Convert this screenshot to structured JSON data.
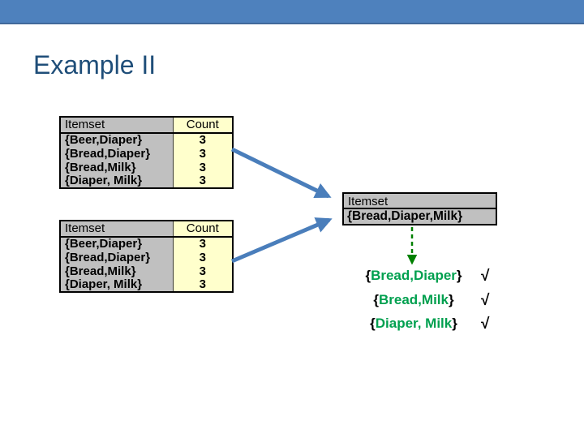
{
  "slide": {
    "title": "Example II"
  },
  "colors": {
    "banner_blue": "#4E81BD",
    "title_blue": "#1F4E79",
    "arrow_blue": "#4A7EBB",
    "table_gray": "#C0C0C0",
    "count_yellow": "#FFFFCC",
    "subset_green": "#00A04F",
    "dashed_arrow_green": "#008000"
  },
  "frequent_itemset_tables": [
    {
      "headers": {
        "itemset": "Itemset",
        "count": "Count"
      },
      "rows": [
        {
          "itemset": "{Beer,Diaper}",
          "count": "3"
        },
        {
          "itemset": "{Bread,Diaper}",
          "count": "3"
        },
        {
          "itemset": "{Bread,Milk}",
          "count": "3"
        },
        {
          "itemset": "{Diaper, Milk}",
          "count": "3"
        }
      ]
    },
    {
      "headers": {
        "itemset": "Itemset",
        "count": "Count"
      },
      "rows": [
        {
          "itemset": "{Beer,Diaper}",
          "count": "3"
        },
        {
          "itemset": "{Bread,Diaper}",
          "count": "3"
        },
        {
          "itemset": "{Bread,Milk}",
          "count": "3"
        },
        {
          "itemset": "{Diaper, Milk}",
          "count": "3"
        }
      ]
    }
  ],
  "candidate_box": {
    "header": "Itemset",
    "itemset": "{Bread,Diaper,Milk}"
  },
  "subset_checks": [
    {
      "brace_open": "{",
      "text": "Bread,Diaper",
      "brace_close": "}",
      "check": "√"
    },
    {
      "brace_open": "{",
      "text": "Bread,Milk",
      "brace_close": "}",
      "check": "√"
    },
    {
      "brace_open": "{",
      "text": "Diaper, Milk",
      "brace_close": "}",
      "check": "√"
    }
  ]
}
